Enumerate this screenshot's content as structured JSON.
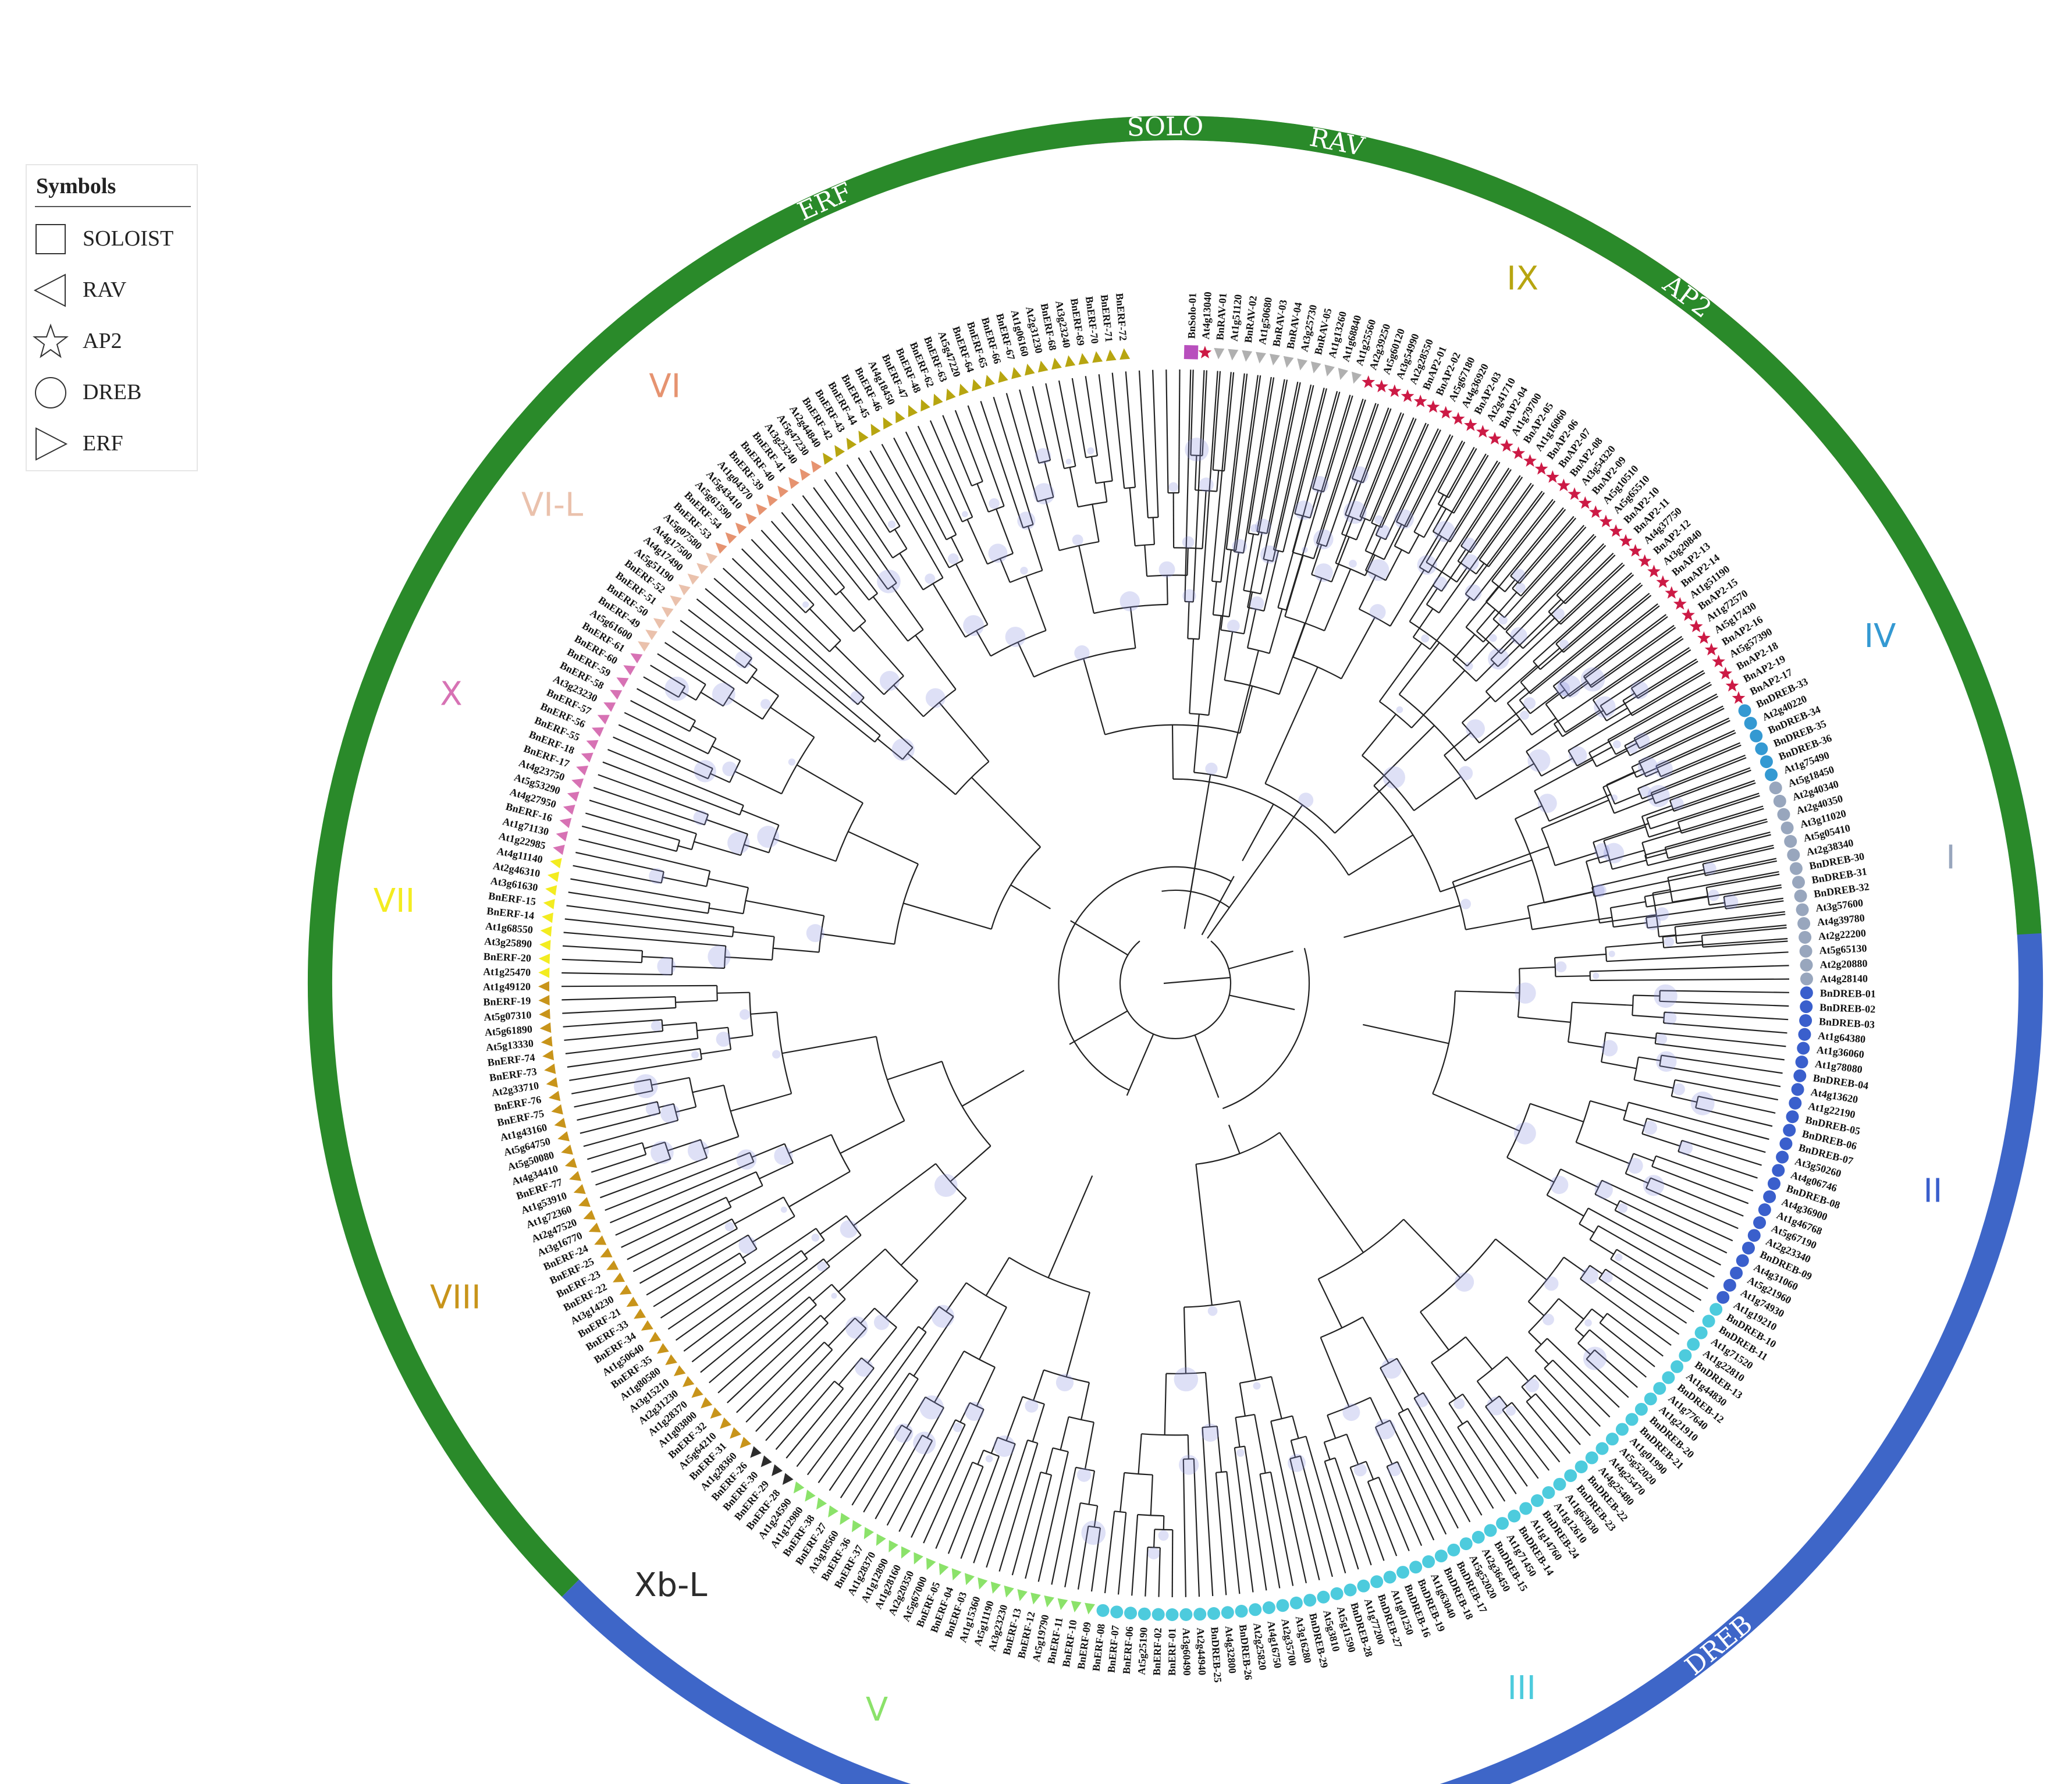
{
  "legend": {
    "title": "Symbols",
    "items": [
      {
        "label": "SOLOIST",
        "shape": "square"
      },
      {
        "label": "RAV",
        "shape": "triangle-left"
      },
      {
        "label": "AP2",
        "shape": "star"
      },
      {
        "label": "DREB",
        "shape": "circle"
      },
      {
        "label": "ERF",
        "shape": "triangle-right"
      }
    ]
  },
  "families": [
    {
      "label": "SO",
      "extra": "LO",
      "color": "#b84fbd",
      "start": 1,
      "end": 3,
      "labelled": true
    },
    {
      "label": "RAV",
      "color": "#b0b0b0",
      "start": 3,
      "end": 13
    },
    {
      "label": "AP2",
      "color": "#cc1a45",
      "start": 13,
      "end": 44
    },
    {
      "label": "DREB",
      "color": "#3e66c8",
      "start": 44,
      "end": 178
    },
    {
      "label": "ERF",
      "color": "#2a8a2a",
      "start": 178,
      "end": 354
    }
  ],
  "clades": [
    {
      "label": "IV",
      "color": "#3499d2",
      "start": 44,
      "end": 56
    },
    {
      "label": "I",
      "color": "#98a6bd",
      "start": 56,
      "end": 71
    },
    {
      "label": "II",
      "color": "#3a5fcc",
      "start": 71,
      "end": 95
    },
    {
      "label": "III",
      "color": "#4dcbdd",
      "start": 95,
      "end": 148
    },
    {
      "label": "V",
      "color": "#8be26a",
      "start": 148,
      "end": 172
    },
    {
      "label": "Xb-L",
      "color": "#2c2c2c",
      "start": 172,
      "end": 176
    },
    {
      "label": "VIII",
      "color": "#c8941a",
      "start": 176,
      "end": 214
    },
    {
      "label": "VII",
      "color": "#f3ec20",
      "start": 214,
      "end": 223
    },
    {
      "label": "X",
      "color": "#d772b4",
      "start": 223,
      "end": 239
    },
    {
      "label": "VI-L",
      "color": "#eac1ac",
      "start": 239,
      "end": 248
    },
    {
      "label": "VI",
      "color": "#e69370",
      "start": 248,
      "end": 258
    },
    {
      "label": "IX",
      "color": "#b7a510",
      "start": 258,
      "end": 354
    }
  ],
  "leaves": [
    "BnSolo-01",
    "At4g13040",
    "BnRAV-01",
    "At1g51120",
    "BnRAV-02",
    "At1g50680",
    "BnRAV-03",
    "BnRAV-04",
    "At3g25730",
    "BnRAV-05",
    "At1g13260",
    "At1g68840",
    "At1g25560",
    "At2g39250",
    "At5g60120",
    "At3g54990",
    "At2g28550",
    "BnAP2-01",
    "BnAP2-02",
    "At5g67180",
    "At4g36920",
    "BnAP2-03",
    "At2g41710",
    "BnAP2-04",
    "At1g79700",
    "BnAP2-05",
    "At1g16060",
    "BnAP2-06",
    "BnAP2-07",
    "BnAP2-08",
    "At3g54320",
    "BnAP2-09",
    "At5g10510",
    "At5g65510",
    "BnAP2-10",
    "BnAP2-11",
    "At4g37750",
    "BnAP2-12",
    "At3g20840",
    "BnAP2-13",
    "BnAP2-14",
    "At1g51190",
    "BnAP2-15",
    "At1g72570",
    "At5g17430",
    "BnAP2-16",
    "At5g57390",
    "BnAP2-18",
    "BnAP2-19",
    "BnAP2-17",
    "BnDREB-33",
    "At2g40220",
    "BnDREB-34",
    "BnDREB-35",
    "BnDREB-36",
    "At1g75490",
    "At5g18450",
    "At2g40340",
    "At2g40350",
    "At3g11020",
    "At5g05410",
    "At2g38340",
    "BnDREB-30",
    "BnDREB-31",
    "BnDREB-32",
    "At3g57600",
    "At4g39780",
    "At2g22200",
    "At5g65130",
    "At2g20880",
    "At4g28140",
    "BnDREB-01",
    "BnDREB-02",
    "BnDREB-03",
    "At1g64380",
    "At1g36060",
    "At1g78080",
    "BnDREB-04",
    "At4g13620",
    "At1g22190",
    "BnDREB-05",
    "BnDREB-06",
    "BnDREB-07",
    "At3g50260",
    "At4g06746",
    "BnDREB-08",
    "At4g36900",
    "At1g46768",
    "At5g67190",
    "At2g23340",
    "BnDREB-09",
    "At4g31060",
    "At5g21960",
    "At1g74930",
    "At1g19210",
    "BnDREB-10",
    "BnDREB-11",
    "At1g71520",
    "At1g22810",
    "BnDREB-13",
    "At1g44830",
    "BnDREB-12",
    "At1g77640",
    "At1g21910",
    "BnDREB-20",
    "BnDREB-21",
    "At1g01990",
    "At5g52020",
    "At4g25470",
    "At4g25480",
    "BnDREB-22",
    "BnDREB-23",
    "At1g63030",
    "At1g12610",
    "BnDREB-24",
    "At1g14760",
    "BnDREB-14",
    "At1g71450",
    "BnDREB-15",
    "At2g36450",
    "At5g52020",
    "BnDREB-17",
    "BnDREB-18",
    "At1g63040",
    "BnDREB-19",
    "BnDREB-16",
    "At1g01250",
    "BnDREB-27",
    "At1g77200",
    "BnDREB-28",
    "At5g11590",
    "At5g3810",
    "BnDREB-29",
    "At3g16280",
    "At2g35700",
    "At4g16750",
    "At2g25820",
    "BnDREB-26",
    "At4g32800",
    "BnDREB-25",
    "At2g44940",
    "At3g60490",
    "BnERF-01",
    "BnERF-02",
    "At5g25190",
    "BnERF-06",
    "BnERF-07",
    "BnERF-08",
    "BnERF-09",
    "BnERF-10",
    "BnERF-11",
    "At5g19790",
    "BnERF-12",
    "BnERF-13",
    "At3g23230",
    "At5g11190",
    "At1g15360",
    "BnERF-03",
    "BnERF-04",
    "BnERF-05",
    "At5g67000",
    "At2g20350",
    "At1g28160",
    "At1g12890",
    "At1g28370",
    "BnERF-37",
    "BnERF-36",
    "At3g18560",
    "BnERF-27",
    "BnERF-38",
    "At1g12980",
    "At1g24590",
    "BnERF-28",
    "BnERF-29",
    "BnERF-30",
    "BnERF-26",
    "At1g28360",
    "BnERF-31",
    "At5g64210",
    "BnERF-32",
    "At1g03800",
    "At1g28370",
    "At2g31230",
    "At3g15210",
    "At1g80580",
    "BnERF-35",
    "At1g50640",
    "BnERF-34",
    "BnERF-33",
    "BnERF-21",
    "At3g14230",
    "BnERF-22",
    "BnERF-23",
    "BnERF-25",
    "BnERF-24",
    "At3g16770",
    "At2g47520",
    "At1g72360",
    "At1g53910",
    "BnERF-77",
    "At4g34410",
    "At5g50080",
    "At5g64750",
    "At1g43160",
    "BnERF-75",
    "BnERF-76",
    "At2g33710",
    "BnERF-73",
    "BnERF-74",
    "At5g13330",
    "At5g61890",
    "At5g07310",
    "BnERF-19",
    "At1g49120",
    "At1g25470",
    "BnERF-20",
    "At3g25890",
    "At1g68550",
    "BnERF-14",
    "BnERF-15",
    "At3g61630",
    "At2g46310",
    "At4g11140",
    "At1g22985",
    "At1g71130",
    "BnERF-16",
    "At4g27950",
    "At5g53290",
    "At4g23750",
    "BnERF-17",
    "BnERF-18",
    "BnERF-55",
    "BnERF-56",
    "BnERF-57",
    "At3g23230",
    "BnERF-58",
    "BnERF-59",
    "BnERF-60",
    "BnERF-61",
    "At5g61600",
    "BnERF-49",
    "BnERF-50",
    "BnERF-51",
    "BnERF-52",
    "At5g51190",
    "At4g17490",
    "At4g17500",
    "At5g07580",
    "BnERF-53",
    "BnERF-54",
    "At5g61590",
    "At5g43410",
    "At1g04370",
    "BnERF-39",
    "BnERF-40",
    "BnERF-41",
    "At3g23240",
    "At5g47230",
    "At2g44840",
    "BnERF-42",
    "BnERF-43",
    "BnERF-44",
    "BnERF-45",
    "BnERF-46",
    "At4g18450",
    "BnERF-47",
    "BnERF-48",
    "BnERF-62",
    "BnERF-63",
    "At5g47220",
    "BnERF-64",
    "BnERF-65",
    "BnERF-66",
    "BnERF-67",
    "At1g06160",
    "At2g31230",
    "BnERF-68",
    "At3g23240",
    "BnERF-69",
    "BnERF-70",
    "BnERF-71",
    "BnERF-72"
  ]
}
